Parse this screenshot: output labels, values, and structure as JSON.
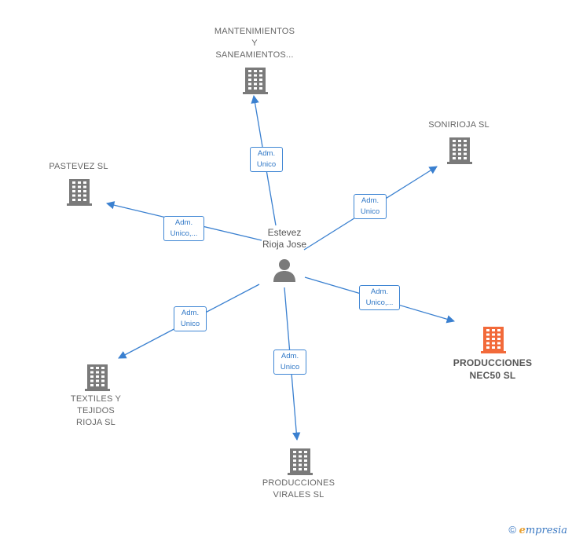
{
  "center": {
    "name_line1": "Estevez",
    "name_line2": "Rioja Jose"
  },
  "companies": [
    {
      "key": "mantenimientos",
      "lines": [
        "MANTENIMIENTOS",
        "Y",
        "SANEAMIENTOS..."
      ],
      "highlight": false
    },
    {
      "key": "sonirioja",
      "lines": [
        "SONIRIOJA SL"
      ],
      "highlight": false
    },
    {
      "key": "pastevez",
      "lines": [
        "PASTEVEZ SL"
      ],
      "highlight": false
    },
    {
      "key": "produccionesnec50",
      "lines": [
        "PRODUCCIONES",
        "NEC50 SL"
      ],
      "highlight": true
    },
    {
      "key": "textiles",
      "lines": [
        "TEXTILES Y",
        "TEJIDOS",
        "RIOJA SL"
      ],
      "highlight": false
    },
    {
      "key": "produccionesvirales",
      "lines": [
        "PRODUCCIONES",
        "VIRALES SL"
      ],
      "highlight": false
    }
  ],
  "relations": [
    {
      "to": "mantenimientos",
      "line1": "Adm.",
      "line2": "Unico"
    },
    {
      "to": "sonirioja",
      "line1": "Adm.",
      "line2": "Unico"
    },
    {
      "to": "pastevez",
      "line1": "Adm.",
      "line2": "Unico,..."
    },
    {
      "to": "produccionesnec50",
      "line1": "Adm.",
      "line2": "Unico,..."
    },
    {
      "to": "textiles",
      "line1": "Adm.",
      "line2": "Unico"
    },
    {
      "to": "produccionesvirales",
      "line1": "Adm.",
      "line2": "Unico"
    }
  ],
  "colors": {
    "edge": "#3a80d0",
    "building": "#7a7a7a",
    "building_highlight": "#f26a3a",
    "person": "#7a7a7a"
  },
  "footer": {
    "copyright": "©",
    "brand_initial": "e",
    "brand_rest": "mpresia"
  }
}
